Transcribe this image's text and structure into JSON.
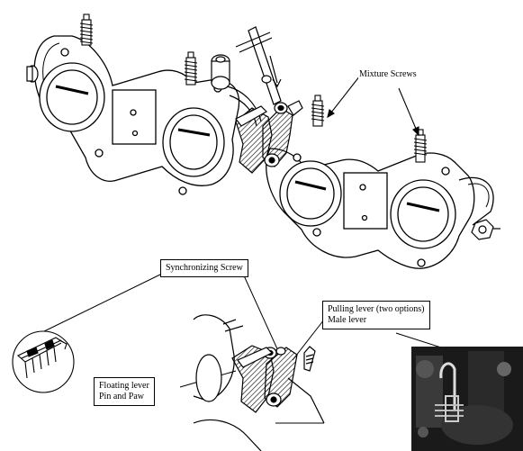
{
  "labels": {
    "mixture_screws": "Mixture Screws",
    "synchronizing_screw": "Synchronizing Screw",
    "pulling_lever_line1": "Pulling lever (two options)",
    "pulling_lever_line2": "Male lever",
    "floating_lever_line1": "Floating lever",
    "floating_lever_line2": "Pin and Paw"
  },
  "colors": {
    "ink": "#000000",
    "paper": "#ffffff",
    "photo_dark": "#1a1a1a"
  }
}
